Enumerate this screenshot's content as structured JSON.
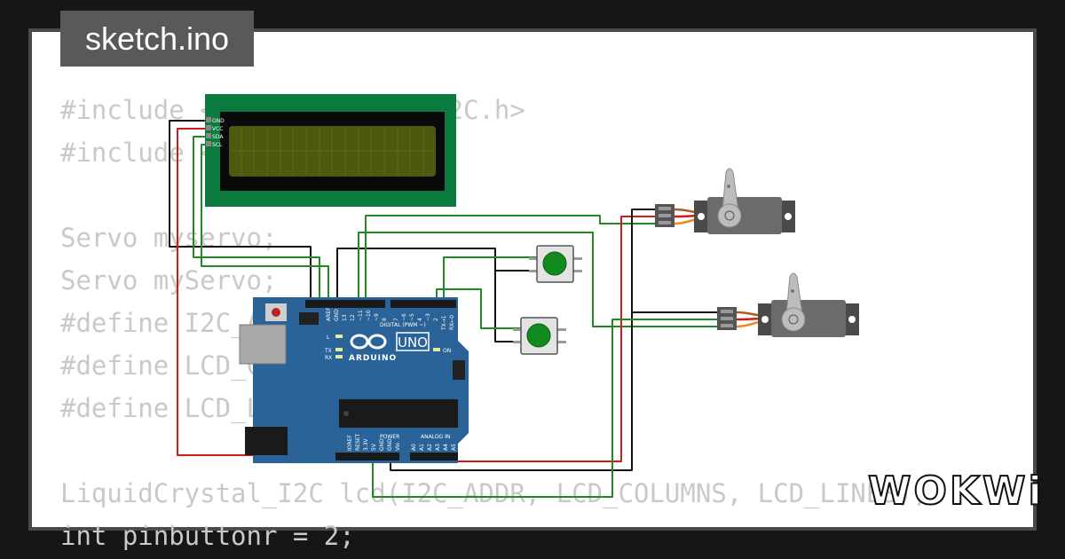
{
  "file_tab": {
    "label": "sketch.ino"
  },
  "code_lines": [
    "#include <LiquidCrystal_I2C.h>",
    "#include <Servo.h>",
    "",
    "Servo myservo;",
    "Servo myServo;",
    "#define I2C_ADDR 0x27",
    "#define LCD_COLUMNS 16",
    "#define LCD_LINES 2",
    "",
    "LiquidCrystal_I2C lcd(I2C_ADDR, LCD_COLUMNS, LCD_LINES);",
    "int pinbuttonr = 2;"
  ],
  "lcd": {
    "pins": [
      "GND",
      "VCC",
      "SDA",
      "SCL"
    ]
  },
  "arduino": {
    "brand": "ARDUINO",
    "model": "UNO",
    "header_digital": "DIGITAL (PWM ~)",
    "header_power": "POWER",
    "header_analog": "ANALOG IN",
    "led_l": "L",
    "led_tx": "TX",
    "led_rx": "RX",
    "led_on": "ON",
    "digital_pins": [
      "AREF",
      "GND",
      "13",
      "12",
      "~11",
      "~10",
      "~9",
      "8",
      "7",
      "~6",
      "~5",
      "4",
      "~3",
      "2",
      "TX→1",
      "RX←0"
    ],
    "power_pins": [
      "IOREF",
      "RESET",
      "3.3V",
      "5V",
      "GND",
      "GND",
      "Vin"
    ],
    "analog_pins": [
      "A0",
      "A1",
      "A2",
      "A3",
      "A4",
      "A5"
    ]
  },
  "logo": {
    "text": "WOKWi"
  },
  "colors": {
    "pcb_green": "#0b7a3e",
    "lcd_screen": "#4d5a0e",
    "arduino_blue": "#2a6397",
    "button_green": "#118a1f",
    "servo_gray": "#6b6b6b",
    "wire_green": "#1f8a1f",
    "wire_red": "#d11a1a",
    "wire_black": "#111111"
  }
}
